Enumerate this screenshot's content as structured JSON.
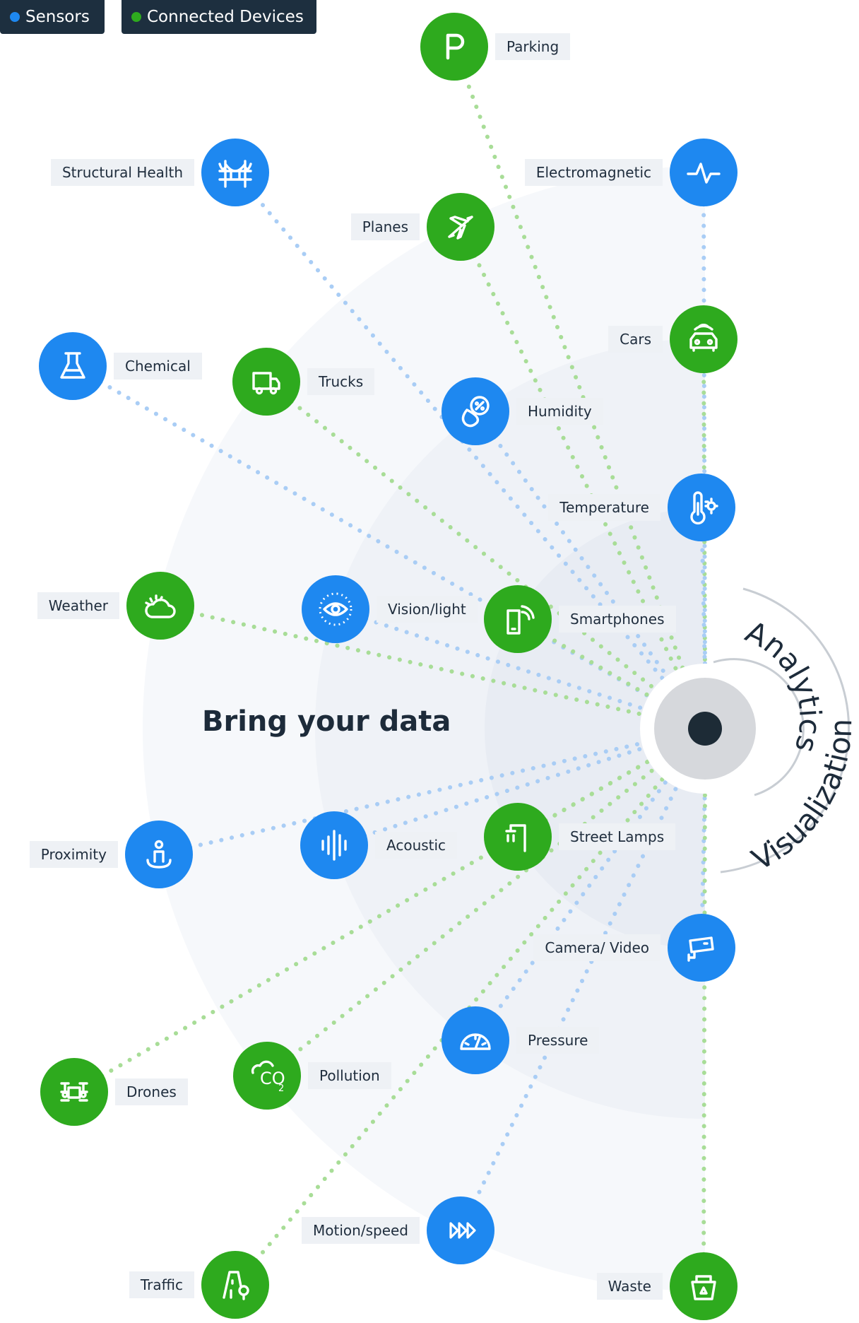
{
  "legend": {
    "sensors_label": "Sensors",
    "devices_label": "Connected Devices"
  },
  "colors": {
    "sensor": "#1e88f0",
    "device": "#2eaa1e",
    "sensor_line": "#a9cdf5",
    "device_line": "#a8dd97",
    "hub": "#d6d8dc",
    "hub_core": "#1d2b36",
    "text_dark": "#1d2b3a"
  },
  "title": "Bring your data",
  "ring_labels": {
    "analytics": "Analytics",
    "visualization": "Visualization"
  },
  "nodes": [
    {
      "id": "parking",
      "label": "Parking",
      "kind": "device",
      "icon": "parking-icon"
    },
    {
      "id": "structural-health",
      "label": "Structural Health",
      "kind": "sensor",
      "icon": "bridge-icon"
    },
    {
      "id": "electromagnetic",
      "label": "Electromagnetic",
      "kind": "sensor",
      "icon": "pulse-icon"
    },
    {
      "id": "planes",
      "label": "Planes",
      "kind": "device",
      "icon": "plane-icon"
    },
    {
      "id": "cars",
      "label": "Cars",
      "kind": "device",
      "icon": "car-icon"
    },
    {
      "id": "chemical",
      "label": "Chemical",
      "kind": "sensor",
      "icon": "flask-icon"
    },
    {
      "id": "trucks",
      "label": "Trucks",
      "kind": "device",
      "icon": "truck-icon"
    },
    {
      "id": "humidity",
      "label": "Humidity",
      "kind": "sensor",
      "icon": "humidity-icon"
    },
    {
      "id": "temperature",
      "label": "Temperature",
      "kind": "sensor",
      "icon": "thermometer-icon"
    },
    {
      "id": "weather",
      "label": "Weather",
      "kind": "device",
      "icon": "weather-icon"
    },
    {
      "id": "vision",
      "label": "Vision/light",
      "kind": "sensor",
      "icon": "eye-icon"
    },
    {
      "id": "smartphones",
      "label": "Smartphones",
      "kind": "device",
      "icon": "smartphone-icon"
    },
    {
      "id": "proximity",
      "label": "Proximity",
      "kind": "sensor",
      "icon": "proximity-icon"
    },
    {
      "id": "acoustic",
      "label": "Acoustic",
      "kind": "sensor",
      "icon": "sound-wave-icon"
    },
    {
      "id": "street-lamps",
      "label": "Street Lamps",
      "kind": "device",
      "icon": "street-lamp-icon"
    },
    {
      "id": "camera",
      "label": "Camera/ Video",
      "kind": "sensor",
      "icon": "camera-icon"
    },
    {
      "id": "pressure",
      "label": "Pressure",
      "kind": "sensor",
      "icon": "gauge-icon"
    },
    {
      "id": "drones",
      "label": "Drones",
      "kind": "device",
      "icon": "drone-icon"
    },
    {
      "id": "pollution",
      "label": "Pollution",
      "kind": "device",
      "icon": "co2-icon"
    },
    {
      "id": "motion",
      "label": "Motion/speed",
      "kind": "sensor",
      "icon": "fast-forward-icon"
    },
    {
      "id": "traffic",
      "label": "Traffic",
      "kind": "device",
      "icon": "traffic-icon"
    },
    {
      "id": "waste",
      "label": "Waste",
      "kind": "device",
      "icon": "waste-icon"
    }
  ]
}
